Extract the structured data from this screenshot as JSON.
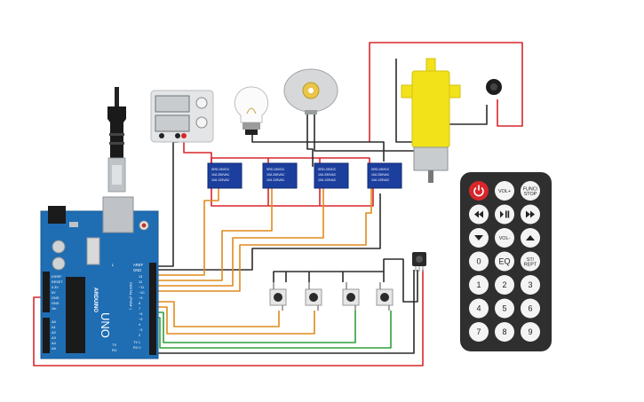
{
  "arduino": {
    "model": "UNO",
    "brand": "ARDUINO",
    "label_aref": "AREF",
    "label_gnd": "GND",
    "label_digital": "DIGITAL (PWM~)",
    "label_tx": "TX",
    "label_rx": "RX",
    "label_l": "L",
    "power_labels": [
      "IOREF",
      "RESET",
      "3.3V",
      "5V",
      "GND",
      "GND",
      "Vin"
    ],
    "analog_labels": [
      "A0",
      "A1",
      "A2",
      "A3",
      "A4",
      "A5"
    ],
    "digital_pin_labels": [
      "13",
      "12",
      "~11",
      "~10",
      "~9",
      "8",
      "7",
      "~6",
      "~5",
      "4",
      "~3",
      "2",
      "TX 1",
      "RX 0"
    ]
  },
  "relays": [
    {
      "line1": "SRD-05VDC",
      "line2": "10A 250VAC",
      "line3": "10A 125VAC"
    },
    {
      "line1": "SRD-05VDC",
      "line2": "10A 250VAC",
      "line3": "10A 125VAC"
    },
    {
      "line1": "SRD-05VDC",
      "line2": "10A 250VAC",
      "line3": "10A 125VAC"
    },
    {
      "line1": "SRD-05VDC",
      "line2": "10A 250VAC",
      "line3": "10A 125VAC"
    }
  ],
  "remote": {
    "buttons": [
      {
        "label": "",
        "icon": "power-icon"
      },
      {
        "label": "VOL+",
        "icon": ""
      },
      {
        "label": "FUNC/\nSTOP",
        "icon": ""
      },
      {
        "label": "",
        "icon": "rewind-icon"
      },
      {
        "label": "",
        "icon": "play-pause-icon"
      },
      {
        "label": "",
        "icon": "fast-forward-icon"
      },
      {
        "label": "",
        "icon": "down-arrow-icon"
      },
      {
        "label": "VOL-",
        "icon": ""
      },
      {
        "label": "",
        "icon": "up-arrow-icon"
      },
      {
        "label": "0",
        "icon": ""
      },
      {
        "label": "EQ",
        "icon": ""
      },
      {
        "label": "ST/\nREPT",
        "icon": ""
      },
      {
        "label": "1",
        "icon": ""
      },
      {
        "label": "2",
        "icon": ""
      },
      {
        "label": "3",
        "icon": ""
      },
      {
        "label": "4",
        "icon": ""
      },
      {
        "label": "5",
        "icon": ""
      },
      {
        "label": "6",
        "icon": ""
      },
      {
        "label": "7",
        "icon": ""
      },
      {
        "label": "8",
        "icon": ""
      },
      {
        "label": "9",
        "icon": ""
      }
    ]
  },
  "colors": {
    "wire_red": "#d9262b",
    "wire_black": "#2b2b2b",
    "wire_orange": "#e08a1c",
    "wire_green": "#2e9e3a",
    "board_blue": "#1f6db3",
    "relay_blue": "#1c3f9e",
    "motor_yellow": "#f2e21a",
    "remote_body": "#2f2f2f"
  },
  "icons": [
    "usb-cable-icon",
    "power-supply-icon",
    "light-bulb-icon",
    "dc-motor-icon",
    "gear-motor-icon",
    "vibration-motor-icon",
    "ir-receiver-icon",
    "pushbutton-icon"
  ]
}
